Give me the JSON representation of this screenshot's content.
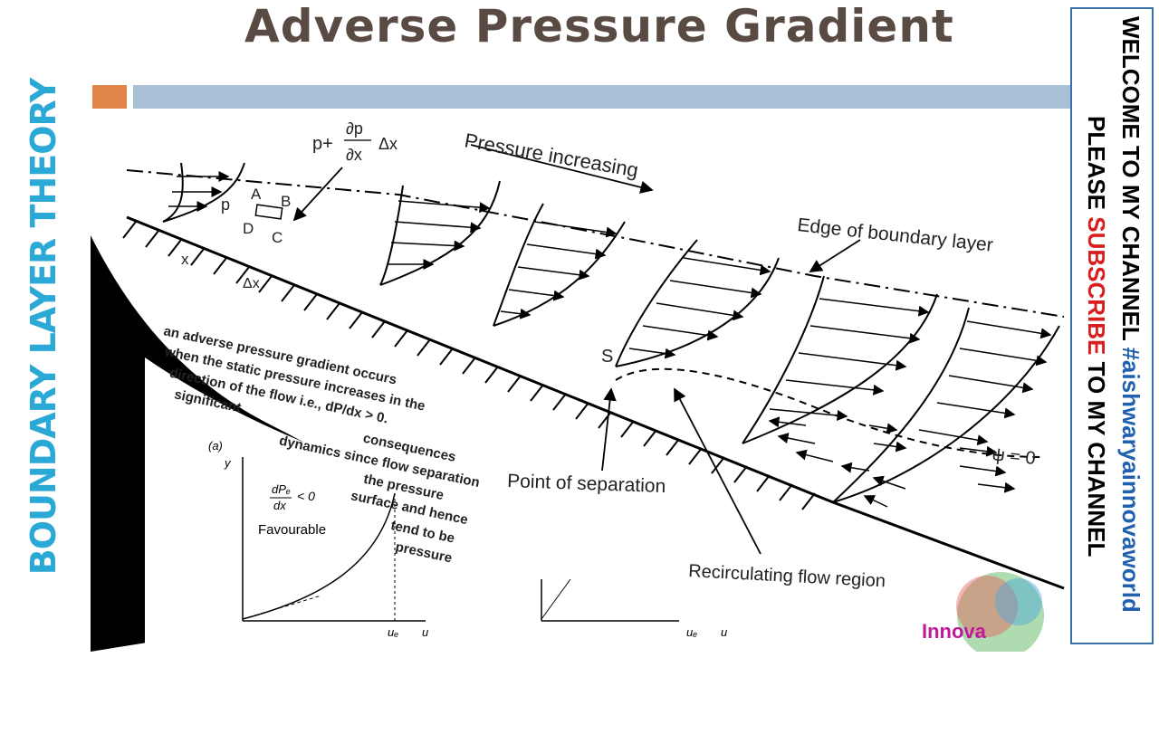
{
  "title": "Adverse Pressure Gradient",
  "side_title": "BOUNDARY LAYER THEORY",
  "banner": {
    "line1_prefix": "WELCOME TO MY CHANNEL ",
    "line1_tag": "#aishwaryainnovaworld",
    "line2_prefix": "PLEASE ",
    "line2_highlight": "SUBSCRIBE",
    "line2_suffix": " TO MY CHANNEL"
  },
  "diagram": {
    "pressure_label": "Pressure increasing",
    "edge_label": "Edge of boundary layer",
    "separation_label": "Point of separation",
    "recirc_label": "Recirculating flow region",
    "point_s": "S",
    "psi_label": "ψ = 0",
    "p_label": "p",
    "p_plus": "p+",
    "dp": "∂p",
    "dx": "∂x",
    "delta_x": "Δx",
    "letters": [
      "A",
      "B",
      "C",
      "D"
    ],
    "x_label": "x"
  },
  "overlay_text": {
    "lines": [
      "an adverse pressure gradient occurs",
      "when the static pressure increases in the",
      "direction of the flow i.e., dP/dx > 0.",
      "significant",
      "consequences",
      "dynamics since flow separation",
      "the pressure",
      "surface and hence",
      "tend to be",
      "pressure"
    ]
  },
  "inset": {
    "label_a": "(a)",
    "y_label": "y",
    "eq_num": "dPₑ",
    "eq_den": "dx",
    "eq_rel": "< 0",
    "favourable": "Favourable",
    "ue": "uₑ",
    "u": "u",
    "ue2": "uₑ",
    "u2": "u"
  },
  "logo": {
    "text": "Innova"
  }
}
